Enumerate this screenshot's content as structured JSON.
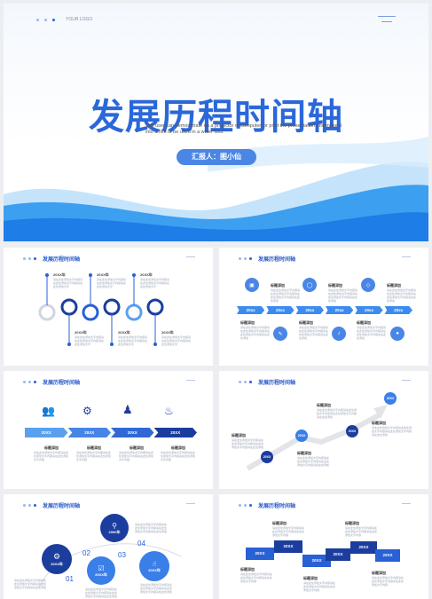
{
  "cover": {
    "logo": "YOUR LOGO",
    "title": "发展历程时间轴",
    "subtitle": "The user can demonstrate on a projector or computer, or print the presentation and make it into a film to be used in a wider field",
    "presenter": "汇报人：图小仙"
  },
  "section_title": "发展历程时间轴",
  "slide2": {
    "top": [
      {
        "year": "20XX年",
        "text": "请在此处添加文字内容请在此处添加文字内容请在此处添加文字"
      },
      {
        "year": "20XX年",
        "text": "请在此处添加文字内容请在此处添加文字内容请在此处添加文字"
      },
      {
        "year": "20XX年",
        "text": "请在此处添加文字内容请在此处添加文字内容请在此处添加文字"
      }
    ],
    "bottom": [
      {
        "year": "20XX年",
        "text": "请在此处添加文字内容请在此处添加文字内容请在此处添加文字"
      },
      {
        "year": "20XX年",
        "text": "请在此处添加文字内容请在此处添加文字内容请在此处添加文字"
      },
      {
        "year": "20XX年",
        "text": "请在此处添加文字内容请在此处添加文字内容请在此处添加文字"
      }
    ]
  },
  "slide3": {
    "labels": [
      "20xx",
      "20xx",
      "20xx",
      "20xx",
      "20xx",
      "20xx"
    ],
    "item_title": "标题添加",
    "item_text": "请在此处添加文字内容请在此处添加文字内容请在此处添加文字内容请在此处添加"
  },
  "slide4": {
    "labels": [
      "20XX",
      "20XX",
      "20XX",
      "20XX"
    ],
    "item_title": "标题添加",
    "item_text": "请在此处添加文字内容请在此处添加文字内容请在此处添加文字内容"
  },
  "slide5": {
    "labels": [
      "20XX",
      "20XX",
      "20XX"
    ],
    "item_title": "标题添加",
    "item_text": "请在此处添加文字内容请在此处添加文字内容请在此处添加文字内容请在此处添加"
  },
  "slide6": {
    "labels": [
      "20XX年",
      "2000年",
      "20XX年",
      "20XX年"
    ],
    "nums": [
      "01",
      "02",
      "03",
      "04"
    ],
    "text": "请在此处添加文字内容请在此处添加文字内容请在此处添加文字内容请在此处添加"
  },
  "slide7": {
    "labels": [
      "20XX",
      "20XX",
      "20XX",
      "20XX",
      "20XX",
      "20XX"
    ],
    "item_title": "标题添加",
    "item_text": "请在此处添加文字内容请在此处添加文字内容请在此处添加文字内容"
  },
  "colors": {
    "primary": "#2860d6",
    "dark": "#1b3d9e",
    "light": "#5aa0ef"
  }
}
